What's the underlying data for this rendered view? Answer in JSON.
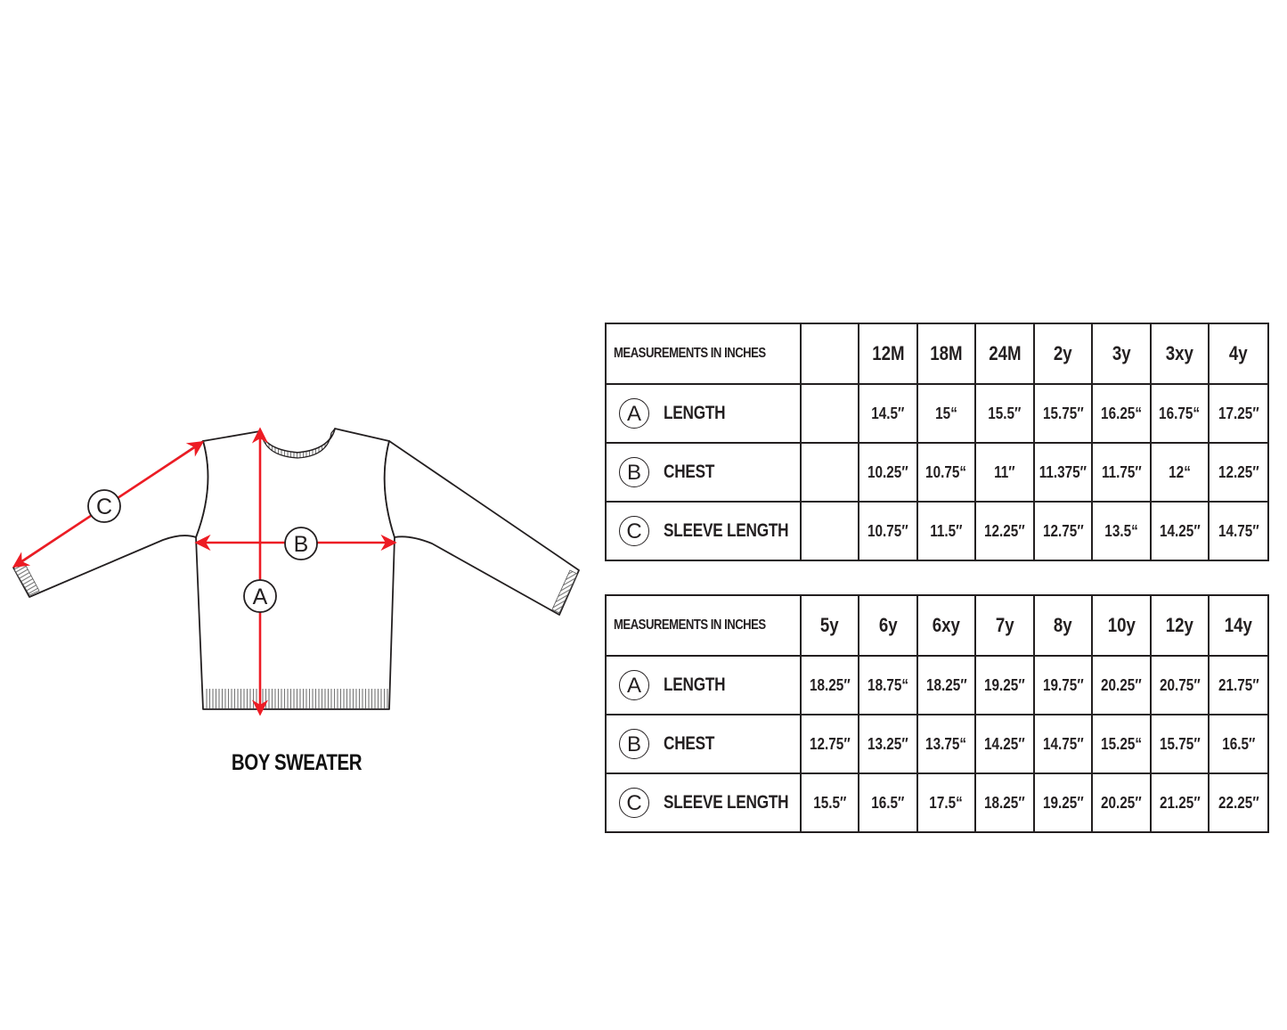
{
  "illustration": {
    "title": "BOY SWEATER",
    "arrow_color": "#ed1c24",
    "markers": {
      "A": "A",
      "B": "B",
      "C": "C"
    }
  },
  "tables": [
    {
      "header_label": "MEASUREMENTS IN INCHES",
      "blank_column": true,
      "sizes": [
        "12M",
        "18M",
        "24M",
        "2y",
        "3y",
        "3xy",
        "4y"
      ],
      "rows": [
        {
          "marker": "A",
          "label": "LENGTH",
          "values": [
            "14.5″",
            "15“",
            "15.5″",
            "15.75″",
            "16.25“",
            "16.75“",
            "17.25″"
          ]
        },
        {
          "marker": "B",
          "label": "CHEST",
          "values": [
            "10.25″",
            "10.75“",
            "11″",
            "11.375″",
            "11.75″",
            "12“",
            "12.25″"
          ]
        },
        {
          "marker": "C",
          "label": "SLEEVE LENGTH",
          "values": [
            "10.75″",
            "11.5″",
            "12.25″",
            "12.75″",
            "13.5“",
            "14.25″",
            "14.75″"
          ]
        }
      ]
    },
    {
      "header_label": "MEASUREMENTS IN INCHES",
      "blank_column": false,
      "sizes": [
        "5y",
        "6y",
        "6xy",
        "7y",
        "8y",
        "10y",
        "12y",
        "14y"
      ],
      "rows": [
        {
          "marker": "A",
          "label": "LENGTH",
          "values": [
            "18.25″",
            "18.75“",
            "18.25″",
            "19.25″",
            "19.75″",
            "20.25″",
            "20.75″",
            "21.75″"
          ]
        },
        {
          "marker": "B",
          "label": "CHEST",
          "values": [
            "12.75″",
            "13.25″",
            "13.75“",
            "14.25″",
            "14.75″",
            "15.25“",
            "15.75″",
            "16.5″"
          ]
        },
        {
          "marker": "C",
          "label": "SLEEVE LENGTH",
          "values": [
            "15.5″",
            "16.5″",
            "17.5“",
            "18.25″",
            "19.25″",
            "20.25″",
            "21.25″",
            "22.25″"
          ]
        }
      ]
    }
  ]
}
